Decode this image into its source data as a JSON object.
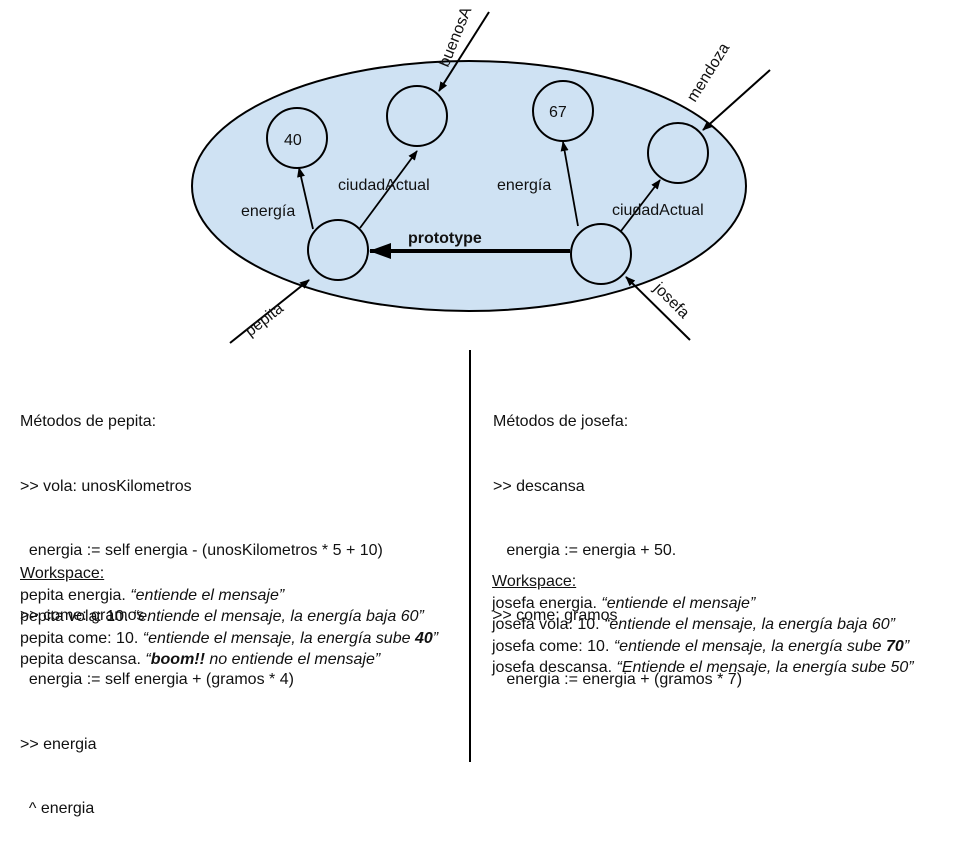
{
  "diagram": {
    "values": {
      "pepita_energia": "40",
      "josefa_energia": "67"
    },
    "slots": {
      "pepita_energia": "energía",
      "pepita_ciudad": "ciudadActual",
      "josefa_energia": "energía",
      "josefa_ciudad": "ciudadActual"
    },
    "prototype_label": "prototype",
    "references": {
      "pepita": "pepita",
      "josefa": "josefa",
      "buenosAires": "buenosA",
      "mendoza": "mendoza"
    },
    "colors": {
      "ellipse_fill": "#cfe2f3",
      "stroke": "#000000"
    }
  },
  "pepita_methods": {
    "title": "Métodos de pepita:",
    "lines": [
      ">> vola: unosKilometros",
      "  energia := self energia - (unosKilometros * 5 + 10)",
      ">> come: gramos",
      "  energia := self energia + (gramos * 4)",
      ">> energia",
      "  ^ energia"
    ]
  },
  "josefa_methods": {
    "title": "Métodos de josefa:",
    "lines": [
      ">> descansa",
      "   energia := energia + 50.",
      ">> come: gramos",
      "   energia := energia + (gramos * 7)"
    ]
  },
  "pepita_workspace": {
    "title": "Workspace:",
    "rows": [
      {
        "code": "pepita energia. ",
        "comment": "“entiende el mensaje”"
      },
      {
        "code": "pepita vola: 10. ",
        "comment": "“entiende el mensaje, la energía baja 60”"
      },
      {
        "code": "pepita come: 10. ",
        "comment_pre": "“entiende el mensaje, la energía sube ",
        "bold": "40",
        "comment_post": "”"
      },
      {
        "code": "pepita descansa. ",
        "comment_pre": "“",
        "bold": "boom!!",
        "comment_post": " no entiende el mensaje”"
      }
    ]
  },
  "josefa_workspace": {
    "title": "Workspace:",
    "rows": [
      {
        "code": "josefa energia. ",
        "comment": "“entiende el mensaje”"
      },
      {
        "code": "josefa vola: 10. ",
        "comment": "“entiende el mensaje, la energía baja 60”"
      },
      {
        "code": "josefa come: 10. ",
        "comment_pre": "“entiende el mensaje, la energía sube ",
        "bold": "70",
        "comment_post": "”"
      },
      {
        "code": "josefa descansa. ",
        "comment": "“Entiende el mensaje, la energía sube 50”"
      }
    ]
  }
}
